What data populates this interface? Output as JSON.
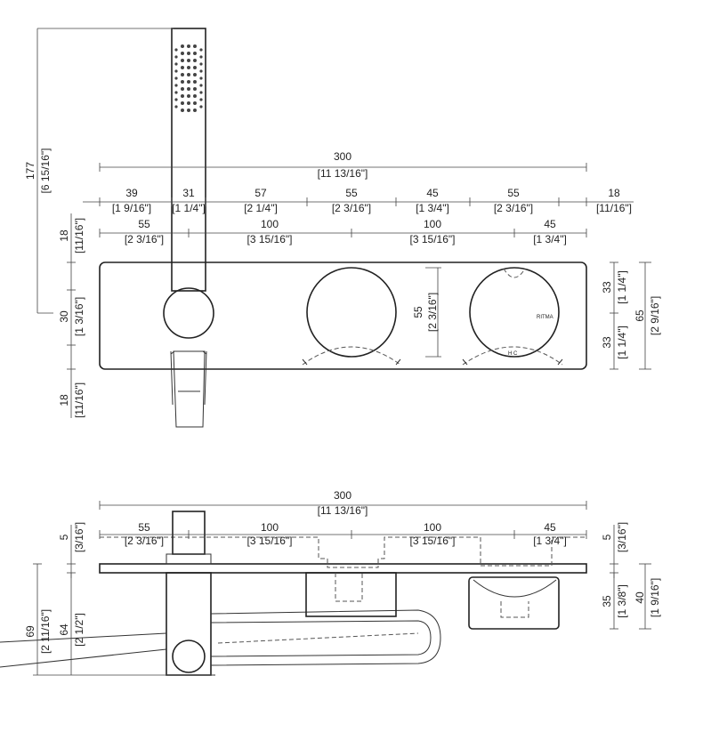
{
  "top_view": {
    "overall_width": {
      "mm": "300",
      "in": "[11 13/16\"]"
    },
    "row1": [
      {
        "mm": "39",
        "in": "[1 9/16\"]"
      },
      {
        "mm": "31",
        "in": "[1 1/4\"]"
      },
      {
        "mm": "57",
        "in": "[2 1/4\"]"
      },
      {
        "mm": "55",
        "in": "[2 3/16\"]"
      },
      {
        "mm": "45",
        "in": "[1 3/4\"]"
      },
      {
        "mm": "55",
        "in": "[2 3/16\"]"
      },
      {
        "mm": "18",
        "in": "[11/16\"]"
      }
    ],
    "row2": [
      {
        "mm": "55",
        "in": "[2 3/16\"]"
      },
      {
        "mm": "100",
        "in": "[3 15/16\"]"
      },
      {
        "mm": "100",
        "in": "[3 15/16\"]"
      },
      {
        "mm": "45",
        "in": "[1 3/4\"]"
      }
    ],
    "left_height": {
      "mm": "177",
      "in": "[6 15/16\"]"
    },
    "left_stack": [
      {
        "mm": "18",
        "in": "[11/16\"]"
      },
      {
        "mm": "30",
        "in": "[1 3/16\"]"
      },
      {
        "mm": "18",
        "in": "[11/16\"]"
      }
    ],
    "knob_diameter": {
      "mm": "55",
      "in": "[2 3/16\"]"
    },
    "right_stack": [
      {
        "mm": "33",
        "in": "[1 1/4\"]"
      },
      {
        "mm": "33",
        "in": "[1 1/4\"]"
      }
    ],
    "plate_height": {
      "mm": "65",
      "in": "[2 9/16\"]"
    },
    "knob_brand": "RITMA",
    "knob_marking": "H  C"
  },
  "side_view": {
    "overall_width": {
      "mm": "300",
      "in": "[11 13/16\"]"
    },
    "row": [
      {
        "mm": "55",
        "in": "[2 3/16\"]"
      },
      {
        "mm": "100",
        "in": "[3 15/16\"]"
      },
      {
        "mm": "100",
        "in": "[3 15/16\"]"
      },
      {
        "mm": "45",
        "in": "[1 3/4\"]"
      }
    ],
    "left_top": {
      "mm": "5",
      "in": "[3/16\"]"
    },
    "right_top": {
      "mm": "5",
      "in": "[3/16\"]"
    },
    "left_outer": {
      "mm": "69",
      "in": "[2 11/16\"]"
    },
    "left_inner": {
      "mm": "64",
      "in": "[2 1/2\"]"
    },
    "right_inner": {
      "mm": "35",
      "in": "[1 3/8\"]"
    },
    "right_outer": {
      "mm": "40",
      "in": "[1 9/16\"]"
    }
  }
}
